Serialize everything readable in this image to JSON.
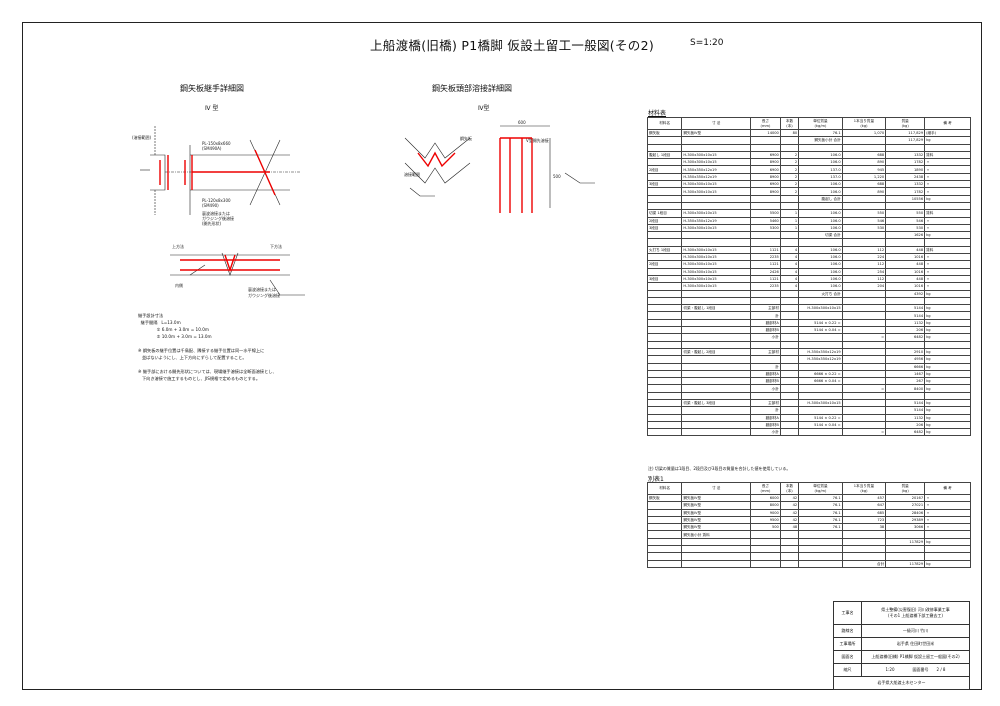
{
  "title": "上船渡橋(旧橋) P1橋脚 仮設土留工一般図(その2)",
  "scale": "S=1:20",
  "sections": {
    "left": "鋼矢板継手詳細図",
    "left_sub": "Ⅳ 型",
    "middle": "鋼矢板頭部溶接詳細図",
    "middle_sub": "Ⅳ型"
  },
  "drawing_labels": {
    "a": "(溶接範囲)",
    "b": "PL-150x8x660",
    "c": "(SM490A)",
    "d": "PL-120x8x300",
    "e": "(SM490)",
    "f": "裏波溶接または",
    "g": "ガウジング後溶接",
    "h": "(開先形状)",
    "i": "上方法",
    "j": "下方法",
    "k": "内側",
    "l": "裏波溶接または",
    "m": "ガウジング後溶接",
    "n": "鋼矢板",
    "o": "溶接範囲",
    "p": "V型開先溶接",
    "q": "600",
    "r": "500"
  },
  "notes": [
    "継手設計寸法",
    "  継手間隔   L=13.0m",
    "              ① 6.0m + 3.0m = 10.0m",
    "              ② 10.0m + 3.0m = 13.0m",
    "",
    "※ 鋼矢板の継手位置は千鳥配、隣接する継手位置は同一水平線上に",
    "   並ばないようにし、上下方向にずらして配置すること。",
    "",
    "※ 継手部における開先形状については、現場継手溶接は全断面溶接とし、",
    "   下向き溶接で施工するものとし、JIS規格で定めるものとする。"
  ],
  "materials_title": "材料表",
  "materials_header": [
    "材料名",
    "寸 法",
    "長さ\n(mm)",
    "本数\n(本)",
    "単位質量\n(kg/m)",
    "1本当り質量\n(kg)",
    "質量\n(kg)",
    "備 考"
  ],
  "materials_rows": [
    [
      "鋼矢板",
      "鋼矢板Ⅳ型",
      "14000",
      "80",
      "76.1",
      "1,070",
      "117,829",
      "(継手)"
    ],
    [
      "",
      "",
      "",
      "",
      "鋼矢板小計 合計",
      "",
      "117,829",
      "kg"
    ],
    [
      "",
      "",
      "",
      "",
      "",
      "",
      "",
      ""
    ],
    [
      "腹起し 1段目",
      "H-300x300x10x15",
      "6900",
      "2",
      "106.0",
      "688",
      "1332",
      "賃料"
    ],
    [
      "",
      "H-300x300x10x15",
      "8900",
      "2",
      "106.0",
      "890",
      "1782",
      "〃"
    ],
    [
      "2段目",
      "H-350x350x12x19",
      "6900",
      "2",
      "137.0",
      "945",
      "1890",
      "〃"
    ],
    [
      "",
      "H-350x350x12x19",
      "8900",
      "2",
      "137.0",
      "1,220",
      "2438",
      "〃"
    ],
    [
      "3段目",
      "H-300x300x10x15",
      "6900",
      "2",
      "106.0",
      "688",
      "1332",
      "〃"
    ],
    [
      "",
      "H-300x300x10x15",
      "8900",
      "2",
      "106.0",
      "890",
      "1782",
      "〃"
    ],
    [
      "",
      "",
      "",
      "",
      "腹起し 合計",
      "",
      "10556",
      "kg"
    ],
    [
      "",
      "",
      "",
      "",
      "",
      "",
      "",
      ""
    ],
    [
      "切梁 1段目",
      "H-300x300x10x15",
      "5500",
      "1",
      "106.0",
      "550",
      "550",
      "賃料"
    ],
    [
      "2段目",
      "H-350x350x12x19",
      "5460",
      "1",
      "106.0",
      "546",
      "546",
      "〃"
    ],
    [
      "3段目",
      "H-300x300x10x15",
      "5300",
      "1",
      "106.0",
      "530",
      "530",
      "〃"
    ],
    [
      "",
      "",
      "",
      "",
      "切梁 合計",
      "",
      "1626",
      "kg"
    ],
    [
      "",
      "",
      "",
      "",
      "",
      "",
      "",
      ""
    ],
    [
      "火打ち 1段目",
      "H-300x300x10x15",
      "1121",
      "4",
      "106.0",
      "112",
      "448",
      "賃料"
    ],
    [
      "",
      "H-300x300x10x15",
      "2235",
      "4",
      "106.0",
      "224",
      "1016",
      "〃"
    ],
    [
      "2段目",
      "H-300x300x10x15",
      "1121",
      "4",
      "106.0",
      "112",
      "448",
      "〃"
    ],
    [
      "",
      "H-300x300x10x15",
      "2426",
      "4",
      "106.0",
      "254",
      "1016",
      "〃"
    ],
    [
      "3段目",
      "H-300x300x10x15",
      "1121",
      "4",
      "106.0",
      "112",
      "448",
      "〃"
    ],
    [
      "",
      "H-300x300x10x15",
      "2235",
      "4",
      "106.0",
      "204",
      "1016",
      "〃"
    ],
    [
      "",
      "",
      "",
      "",
      "火打ち 合計",
      "",
      "4392",
      "kg"
    ],
    [
      "",
      "",
      "",
      "",
      "",
      "",
      "",
      ""
    ],
    [
      "",
      "切梁・腹起し 1段目",
      "主部材",
      "",
      "H-300x300x10x15",
      "",
      "5144",
      "kg"
    ],
    [
      "",
      "",
      "計",
      "",
      "",
      "",
      "5144",
      "kg"
    ],
    [
      "",
      "",
      "副部材A",
      "",
      "5144 × 0.22 =",
      "",
      "1132",
      "kg"
    ],
    [
      "",
      "",
      "副部材B",
      "",
      "5144 × 0.04 =",
      "",
      "206",
      "kg"
    ],
    [
      "",
      "",
      "小計",
      "",
      "",
      "=",
      "6482",
      "kg"
    ],
    [
      "",
      "",
      "",
      "",
      "",
      "",
      "",
      ""
    ],
    [
      "",
      "切梁・腹起し 2段目",
      "主部材",
      "",
      "H-350x350x12x19",
      "",
      "2910",
      "kg"
    ],
    [
      "",
      "",
      "",
      "",
      "H-350x350x12x19",
      "",
      "4956",
      "kg"
    ],
    [
      "",
      "",
      "計",
      "",
      "",
      "",
      "6666",
      "kg"
    ],
    [
      "",
      "",
      "副部材A",
      "",
      "6666 × 0.22 =",
      "",
      "1467",
      "kg"
    ],
    [
      "",
      "",
      "副部材B",
      "",
      "6666 × 0.04 =",
      "",
      "267",
      "kg"
    ],
    [
      "",
      "",
      "小計",
      "",
      "",
      "=",
      "8400",
      "kg"
    ],
    [
      "",
      "",
      "",
      "",
      "",
      "",
      "",
      ""
    ],
    [
      "",
      "切梁・腹起し 3段目",
      "主部材",
      "",
      "H-300x300x10x15",
      "",
      "5144",
      "kg"
    ],
    [
      "",
      "",
      "計",
      "",
      "",
      "",
      "5144",
      "kg"
    ],
    [
      "",
      "",
      "副部材A",
      "",
      "5144 × 0.22 =",
      "",
      "1132",
      "kg"
    ],
    [
      "",
      "",
      "副部材B",
      "",
      "5144 × 0.04 =",
      "",
      "206",
      "kg"
    ],
    [
      "",
      "",
      "小計",
      "",
      "",
      "=",
      "6482",
      "kg"
    ]
  ],
  "footnote": "注) 切梁の質量は1段目、2段目及び3段目の質量を合計した値を使用している。",
  "separate_title": "別表1",
  "separate_header": [
    "材料名",
    "寸 法",
    "長さ\n(mm)",
    "本数\n(本)",
    "単位質量\n(kg/m)",
    "1本当り質量\n(kg)",
    "質量\n(kg)",
    "備 考"
  ],
  "separate_rows": [
    [
      "鋼矢板",
      "鋼矢板Ⅳ型",
      "6000",
      "42",
      "76.1",
      "457",
      "20167",
      "〃"
    ],
    [
      "",
      "鋼矢板Ⅳ型",
      "8000",
      "42",
      "76.1",
      "647",
      "27021",
      "〃"
    ],
    [
      "",
      "鋼矢板Ⅳ型",
      "9000",
      "42",
      "76.1",
      "685",
      "28406",
      "〃"
    ],
    [
      "",
      "鋼矢板Ⅳ型",
      "9500",
      "42",
      "76.1",
      "723",
      "29389",
      "〃"
    ],
    [
      "",
      "鋼矢板Ⅳ型",
      "500",
      "48",
      "76.1",
      "38",
      "3066",
      "〃"
    ],
    [
      "",
      "鋼矢板小計 賃料",
      "",
      "",
      "",
      "",
      "",
      ""
    ],
    [
      "",
      "",
      "",
      "",
      "",
      "",
      "117829",
      "kg"
    ],
    [
      "",
      "",
      "",
      "",
      "",
      "",
      "",
      ""
    ],
    [
      "",
      "",
      "",
      "",
      "",
      "",
      "",
      ""
    ],
    [
      "",
      "",
      "",
      "",
      "",
      "合計",
      "117829",
      "kg"
    ]
  ],
  "title_block": [
    [
      "工事名",
      "県土整備(災害復旧) 河川改修事業工事\n(その1 上船渡橋下部工撤去工)"
    ],
    [
      "路線名",
      "一級河川 竹川"
    ],
    [
      "工事場所",
      "岩手県 住田町世田米"
    ],
    [
      "図面名",
      "上船渡橋(旧橋) P1橋脚 仮設土留工一般図(その2)"
    ],
    [
      "縮尺",
      "1:20"
    ],
    [
      "",
      "岩手県大船渡土木センター"
    ]
  ],
  "title_block_extra": {
    "sheet_label": "図面番号",
    "sheet_value": "2 / 8"
  }
}
